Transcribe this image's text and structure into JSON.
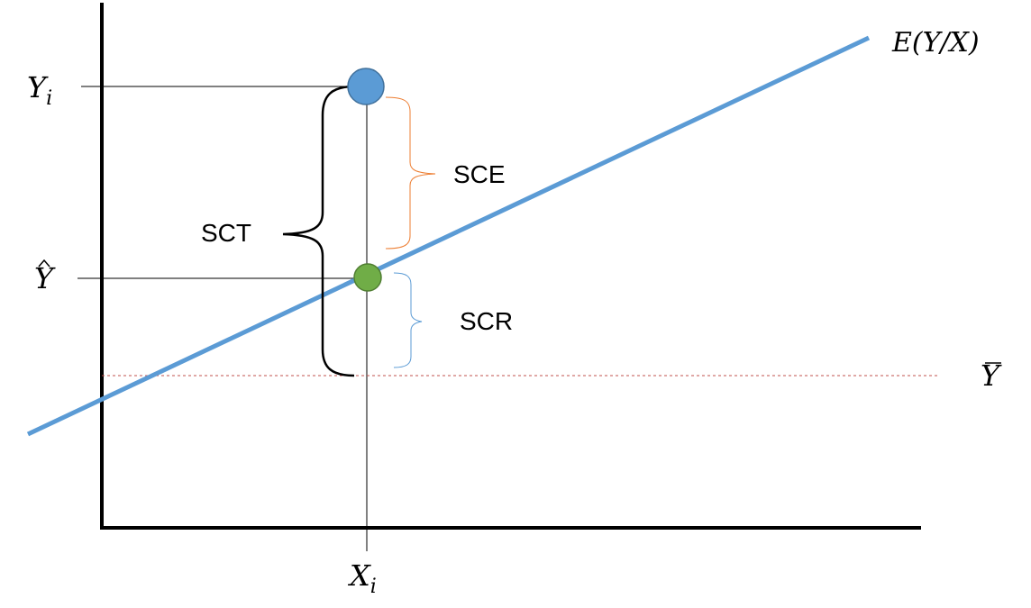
{
  "colors": {
    "axis": "#000000",
    "regression_line": "#5B9BD5",
    "observed_point": "#5B9BD5",
    "predicted_point": "#70AD47",
    "mean_line": "#C0504D",
    "sce_brace": "#ED7D31",
    "scr_brace": "#5B9BD5",
    "sct_brace": "#000000"
  },
  "labels": {
    "regression": "E(Y/X)",
    "y_i_base": "Y",
    "y_i_sub": "i",
    "y_hat": "Y",
    "y_bar": "Y",
    "x_i_base": "X",
    "x_i_sub": "i",
    "sce": "SCE",
    "scr": "SCR",
    "sct": "SCT"
  }
}
